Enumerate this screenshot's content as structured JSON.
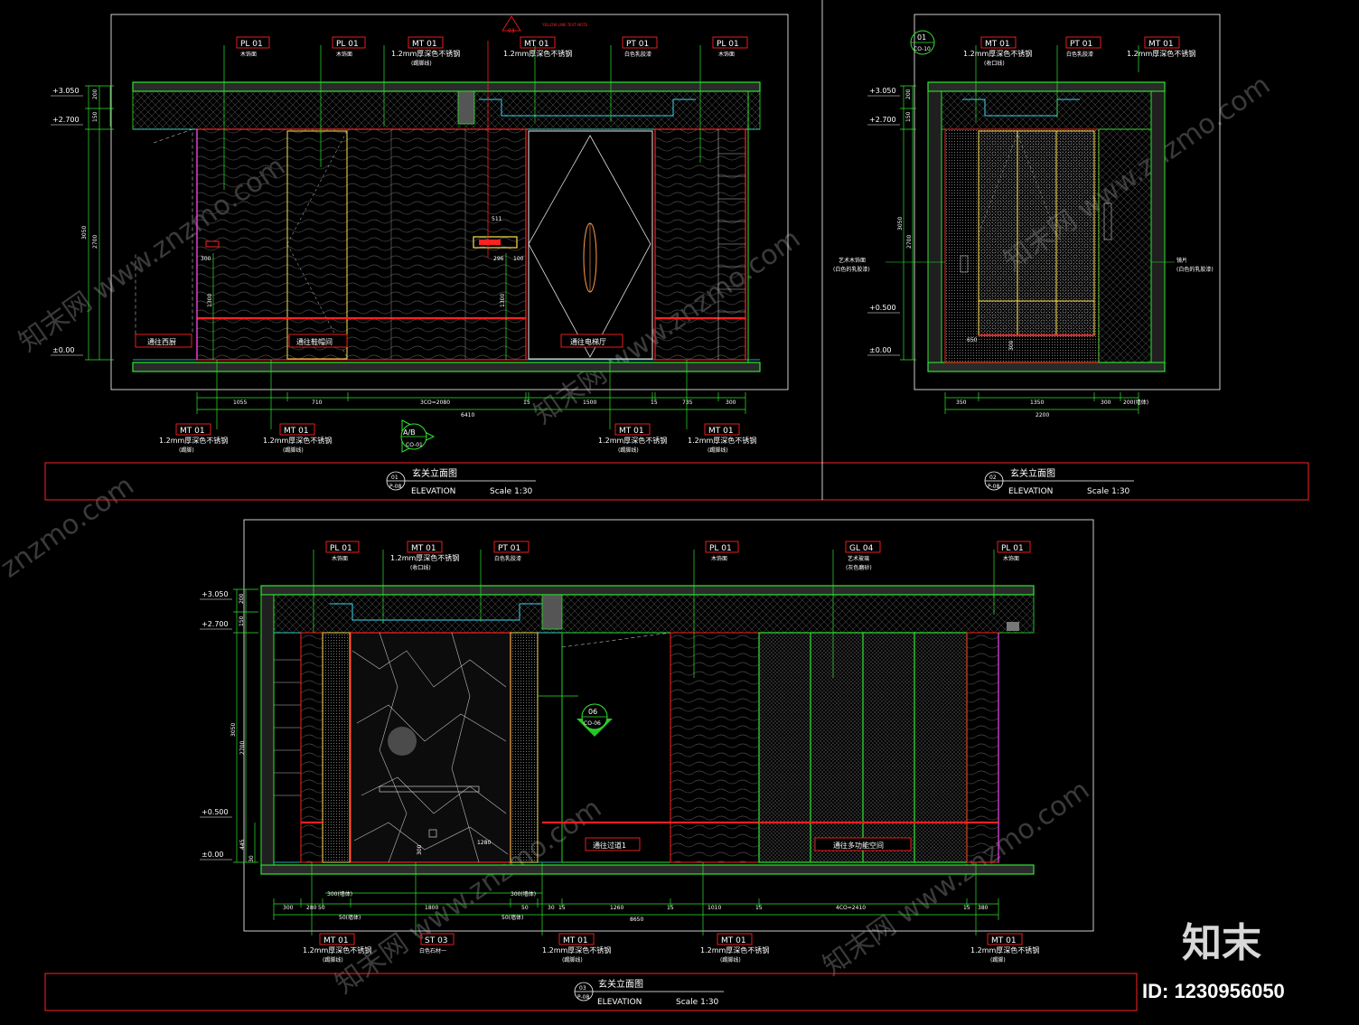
{
  "colors": {
    "frame": "#ffffff",
    "outline": "#2ee62e",
    "accent": "#ff2020",
    "dim": "#33ff33",
    "yellow": "#ffe14d",
    "cyan": "#38d8f2",
    "magenta": "#e040e0"
  },
  "drawings": [
    {
      "id": "el01",
      "tags": [
        {
          "code": "PL 01",
          "note": "木饰面",
          "sub": ""
        },
        {
          "code": "PL 01",
          "note": "木饰面",
          "sub": ""
        },
        {
          "code": "MT 01",
          "note": "1.2mm厚深色不锈钢",
          "sub": "(踢脚线)"
        },
        {
          "code": "MT 01",
          "note": "1.2mm厚深色不锈钢",
          "sub": ""
        },
        {
          "code": "PT 01",
          "note": "白色乳胶漆",
          "sub": ""
        },
        {
          "code": "PL 01",
          "note": "木饰面",
          "sub": ""
        }
      ],
      "bottom_tags": [
        {
          "code": "MT 01",
          "note": "1.2mm厚深色不锈钢",
          "sub": "(踢脚)"
        },
        {
          "code": "MT 01",
          "note": "1.2mm厚深色不锈钢",
          "sub": "(踢脚线)"
        },
        {
          "code": "MT 01",
          "note": "1.2mm厚深色不锈钢",
          "sub": "(踢脚线)"
        },
        {
          "code": "MT 01",
          "note": "1.2mm厚深色不锈钢",
          "sub": "(踢脚线)"
        }
      ],
      "levels": [
        "+3.050",
        "+2.700",
        "±0.00"
      ],
      "room_labels": [
        "通往西厨",
        "通往鞋帽间",
        "通往电梯厅"
      ],
      "dims": [
        "1055",
        "710",
        "3CO=2080",
        "15",
        "1500",
        "15",
        "735",
        "300"
      ],
      "total": "6410",
      "vdims": [
        "200",
        "150",
        "3050",
        "2700",
        "1300",
        "1300"
      ],
      "detail_dims": [
        "511",
        "296",
        "100",
        "300"
      ],
      "section_mark": "03",
      "red_note": "YELLOW LINE TEXT NOTE",
      "callout": {
        "top": "A/B",
        "bottom": "CO-01"
      },
      "title": "玄关立面图",
      "title_en": "ELEVATION",
      "scale": "Scale 1:30",
      "num_top": "01",
      "num_bot": "P-08"
    },
    {
      "id": "el02",
      "tags": [
        {
          "code": "MT 01",
          "note": "1.2mm厚深色不锈钢",
          "sub": "(收口线)"
        },
        {
          "code": "PT 01",
          "note": "白色乳胶漆",
          "sub": ""
        },
        {
          "code": "MT 01",
          "note": "1.2mm厚深色不锈钢",
          "sub": ""
        }
      ],
      "ref": {
        "top": "01",
        "bottom": "CO-10"
      },
      "levels": [
        "+3.050",
        "+2.700",
        "+0.500",
        "±0.00"
      ],
      "dims": [
        "350",
        "1350",
        "300",
        "200(墙体)"
      ],
      "total": "2200",
      "vdims": [
        "200",
        "150",
        "3050",
        "2700",
        "300"
      ],
      "left_note": {
        "l1": "艺术木饰面",
        "l2": "(白色的乳胶漆)"
      },
      "right_note": {
        "l1": "镜片",
        "l2": "(白色的乳胶漆)"
      },
      "inner_dim": "650",
      "title": "玄关立面图",
      "title_en": "ELEVATION",
      "scale": "Scale 1:30",
      "num_top": "02",
      "num_bot": "P-08"
    },
    {
      "id": "el03",
      "tags": [
        {
          "code": "PL 01",
          "note": "木饰面",
          "sub": ""
        },
        {
          "code": "MT 01",
          "note": "1.2mm厚深色不锈钢",
          "sub": "(收口线)"
        },
        {
          "code": "PT 01",
          "note": "白色乳胶漆",
          "sub": ""
        },
        {
          "code": "PL 01",
          "note": "木饰面",
          "sub": ""
        },
        {
          "code": "GL 04",
          "note": "艺术玻璃",
          "sub": "(灰色磨砂)"
        },
        {
          "code": "PL 01",
          "note": "木饰面",
          "sub": ""
        }
      ],
      "bottom_tags": [
        {
          "code": "MT 01",
          "note": "1.2mm厚深色不锈钢",
          "sub": "(踢脚线)"
        },
        {
          "code": "ST 03",
          "note": "白色石材一",
          "sub": ""
        },
        {
          "code": "MT 01",
          "note": "1.2mm厚深色不锈钢",
          "sub": "(踢脚线)"
        },
        {
          "code": "MT 01",
          "note": "1.2mm厚深色不锈钢",
          "sub": "(踢脚线)"
        },
        {
          "code": "MT 01",
          "note": "1.2mm厚深色不锈钢",
          "sub": "(踢脚)"
        }
      ],
      "levels": [
        "+3.050",
        "+2.700",
        "+0.500",
        "±0.00"
      ],
      "room_labels": [
        "通往过道1",
        "通往多功能空间"
      ],
      "dims": [
        "300",
        "280",
        "50",
        "1800",
        "50",
        "30",
        "15",
        "1260",
        "15",
        "1010",
        "15",
        "4CO=2410",
        "15",
        "380"
      ],
      "upper_dims": [
        "300(墙体)",
        "300(墙体)"
      ],
      "mid_dims": [
        "50(墙体)",
        "50(墙体)"
      ],
      "total": "8650",
      "vdims": [
        "200",
        "150",
        "3050",
        "2700",
        "445",
        "30"
      ],
      "inner_dims": [
        "1280",
        "300"
      ],
      "callout": {
        "top": "06",
        "bottom": "CO-06"
      },
      "title": "玄关立面图",
      "title_en": "ELEVATION",
      "scale": "Scale 1:30",
      "num_top": "03",
      "num_bot": "P-08"
    }
  ],
  "brand": {
    "logo": "知末",
    "id": "ID: 1230956050"
  },
  "watermarks": [
    "知末网 www.znzmo.com",
    "znzmo.com"
  ]
}
